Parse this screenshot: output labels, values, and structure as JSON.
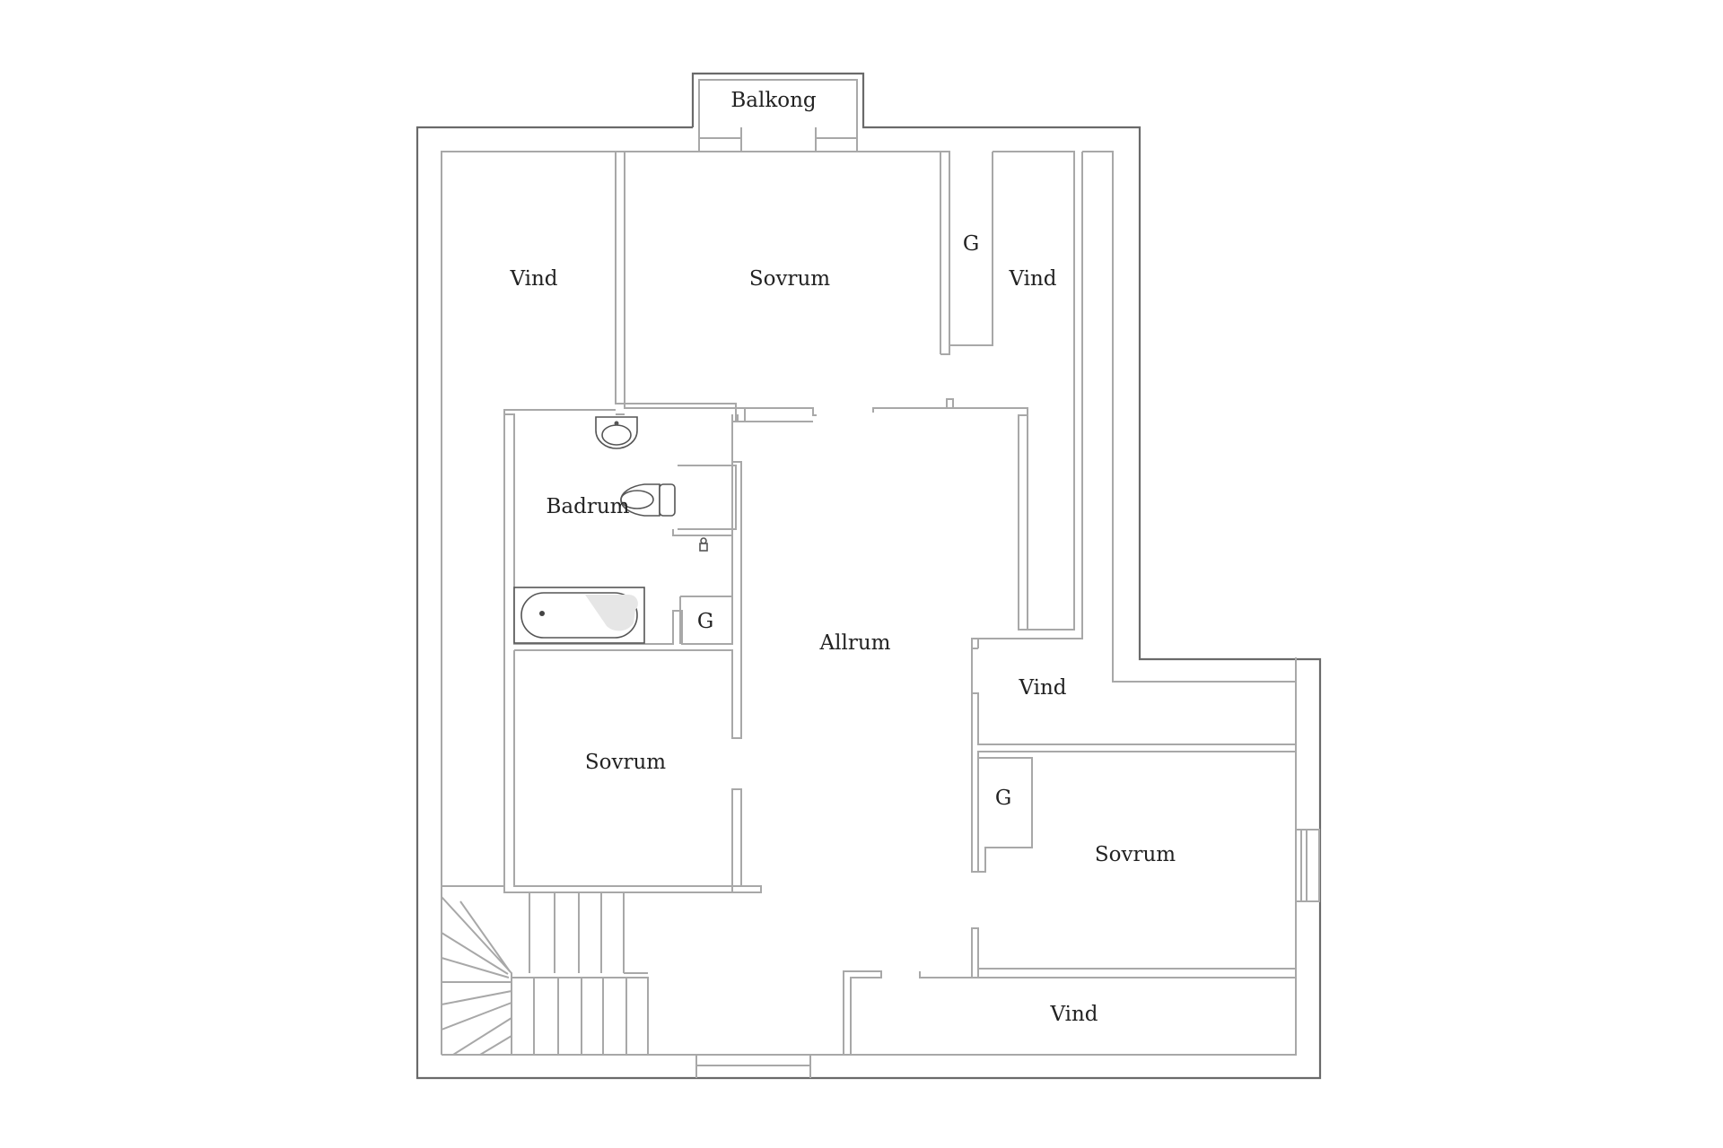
{
  "rooms": {
    "balcony": "Balkong",
    "attic_left": "Vind",
    "bedroom_top": "Sovrum",
    "closet_top": "G",
    "attic_top_right": "Vind",
    "bathroom": "Badrum",
    "closet_bath": "G",
    "living_room": "Allrum",
    "attic_mid_right": "Vind",
    "bedroom_left": "Sovrum",
    "closet_right": "G",
    "bedroom_right": "Sovrum",
    "attic_bottom": "Vind"
  },
  "icons": {
    "sink": "sink-icon",
    "toilet": "toilet-icon",
    "bathtub": "bathtub-icon",
    "faucet": "faucet-icon",
    "staircase": "staircase-icon"
  }
}
